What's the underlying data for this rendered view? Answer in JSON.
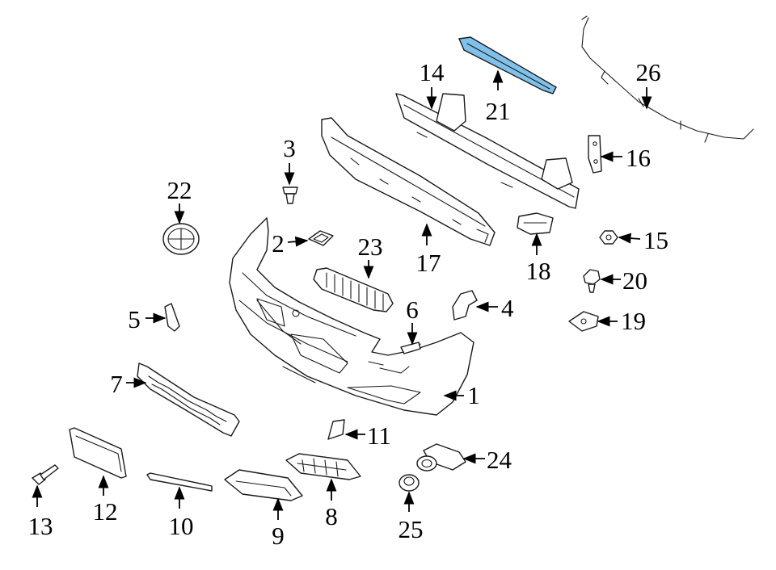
{
  "highlight_color": "#7fc1ea",
  "callouts": [
    {
      "id": "1",
      "label": "1"
    },
    {
      "id": "2",
      "label": "2"
    },
    {
      "id": "3",
      "label": "3"
    },
    {
      "id": "4",
      "label": "4"
    },
    {
      "id": "5",
      "label": "5"
    },
    {
      "id": "6",
      "label": "6"
    },
    {
      "id": "7",
      "label": "7"
    },
    {
      "id": "8",
      "label": "8"
    },
    {
      "id": "9",
      "label": "9"
    },
    {
      "id": "10",
      "label": "10"
    },
    {
      "id": "11",
      "label": "11"
    },
    {
      "id": "12",
      "label": "12"
    },
    {
      "id": "13",
      "label": "13"
    },
    {
      "id": "14",
      "label": "14"
    },
    {
      "id": "15",
      "label": "15"
    },
    {
      "id": "16",
      "label": "16"
    },
    {
      "id": "17",
      "label": "17"
    },
    {
      "id": "18",
      "label": "18"
    },
    {
      "id": "19",
      "label": "19"
    },
    {
      "id": "20",
      "label": "20"
    },
    {
      "id": "21",
      "label": "21"
    },
    {
      "id": "22",
      "label": "22"
    },
    {
      "id": "23",
      "label": "23"
    },
    {
      "id": "24",
      "label": "24"
    },
    {
      "id": "25",
      "label": "25"
    },
    {
      "id": "26",
      "label": "26"
    }
  ]
}
